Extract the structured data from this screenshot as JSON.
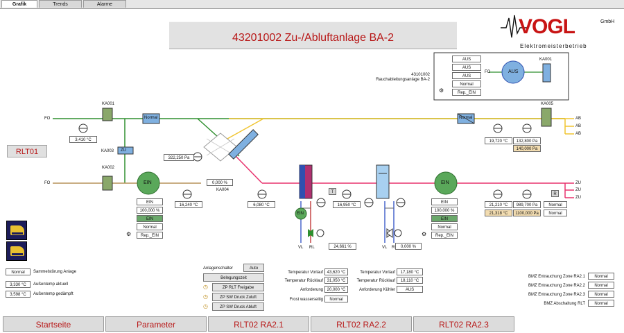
{
  "tabs": [
    "Grafik",
    "Trends",
    "Alarme"
  ],
  "title": "43201002 Zu-/Abluftanlage BA-2",
  "logo": {
    "name": "VOGL",
    "gmbh": "GmbH",
    "sub": "Elektromeisterbetrieb"
  },
  "plant_label": "RLT01",
  "colors": {
    "title_red": "#b81818",
    "supply_line": "#e8336e",
    "exhaust_line": "#f0c430",
    "outdoor_line": "#b7945a",
    "green_line": "#2f8f2f"
  },
  "smoke": {
    "id": "43101002",
    "name": "Rauchableitungsanlage BA-2",
    "status": [
      "AUS",
      "AUS",
      "AUS",
      "Normal",
      "Rep._EIN"
    ],
    "fan": "AUS",
    "damper": "KA001",
    "inlet_tag": "FO"
  },
  "dampers": {
    "ka001": "KA001",
    "ka002": "KA002",
    "ka003": "KA003",
    "ka004": "KA004",
    "ka005": "KA005",
    "zu": "ZU"
  },
  "values": {
    "ka001_temp": "3,410 °C",
    "pressure_hrc": "322,250 Pa",
    "ka004_pct": "0,000 %",
    "after_hrc_temp": "16,240 °C",
    "after_heater_temp": "6,080 °C",
    "mid_temp": "16,950 °C",
    "valve_heater_pct": "24,661 %",
    "valve_cooler_pct": "0,000 %",
    "exhaust_temp": "19,720 °C",
    "exhaust_pressure": "132,800 Pa",
    "exhaust_pressure_sp": "140,000 Pa",
    "supply_temp": "21,210 °C",
    "supply_temp_sp": "21,318 °C",
    "supply_pressure": "989,700 Pa",
    "supply_pressure_sp": "1100,000 Pa",
    "supply_normal_1": "Normal",
    "supply_normal_2": "Normal",
    "filter_normal": "Normal"
  },
  "fan_exhaust": {
    "label": "EIN",
    "status": [
      "EIN",
      "100,000 %",
      "EIN",
      "Normal",
      "Rep._EIN"
    ]
  },
  "fan_supply": {
    "label": "EIN",
    "status": [
      "EIN",
      "100,000 %",
      "EIN",
      "Normal",
      "Rep._EIN"
    ]
  },
  "pump_label": "EIN",
  "tags": {
    "out_air": "FO",
    "left_top": "FO",
    "right_out": [
      "AB",
      "AB",
      "AB"
    ],
    "right_sup": [
      "ZU",
      "ZU",
      "ZU"
    ],
    "vl": "VL",
    "rl": "RL",
    "t": "T",
    "r": "R"
  },
  "bottom_left": [
    {
      "value": "Normal",
      "label": "Sammelstörung Anlage"
    },
    {
      "value": "3,330 °C",
      "label": "Außentemp aktuell"
    },
    {
      "value": "3,598 °C",
      "label": "Außentemp gedämpft"
    }
  ],
  "controls": {
    "switch_label": "Anlagenschalter",
    "switch_value": "Auto",
    "occupancy": "Belegungszeit",
    "zp": [
      "ZP RLT Freigabe",
      "ZP SW Druck Zuluft",
      "ZP SW Druck Abluft"
    ]
  },
  "heating": [
    {
      "label": "Temperatur Vorlauf",
      "value": "43,620 °C"
    },
    {
      "label": "Temperatur Rücklauf",
      "value": "31,050 °C"
    },
    {
      "label": "Anforderung",
      "value": "20,000 °C"
    },
    {
      "label": "Frost wasserseitig",
      "value": "Normal"
    }
  ],
  "cooling": [
    {
      "label": "Temperatur Vorlauf",
      "value": "17,180 °C"
    },
    {
      "label": "Temperatur Rücklauf",
      "value": "18,110 °C"
    },
    {
      "label": "Anforderung Kühler",
      "value": "AUS"
    }
  ],
  "bmz": [
    {
      "label": "BMZ Entrauchung Zone RA2.1",
      "value": "Normal"
    },
    {
      "label": "BMZ Entrauchung Zone RA2.2",
      "value": "Normal"
    },
    {
      "label": "BMZ Entrauchung Zone RA2.3",
      "value": "Normal"
    },
    {
      "label": "BMZ Abschaltung RLT",
      "value": "Normal"
    }
  ],
  "nav": [
    "Startseite",
    "Parameter",
    "RLT02 RA2.1",
    "RLT02 RA2.2",
    "RLT02 RA2.3"
  ]
}
